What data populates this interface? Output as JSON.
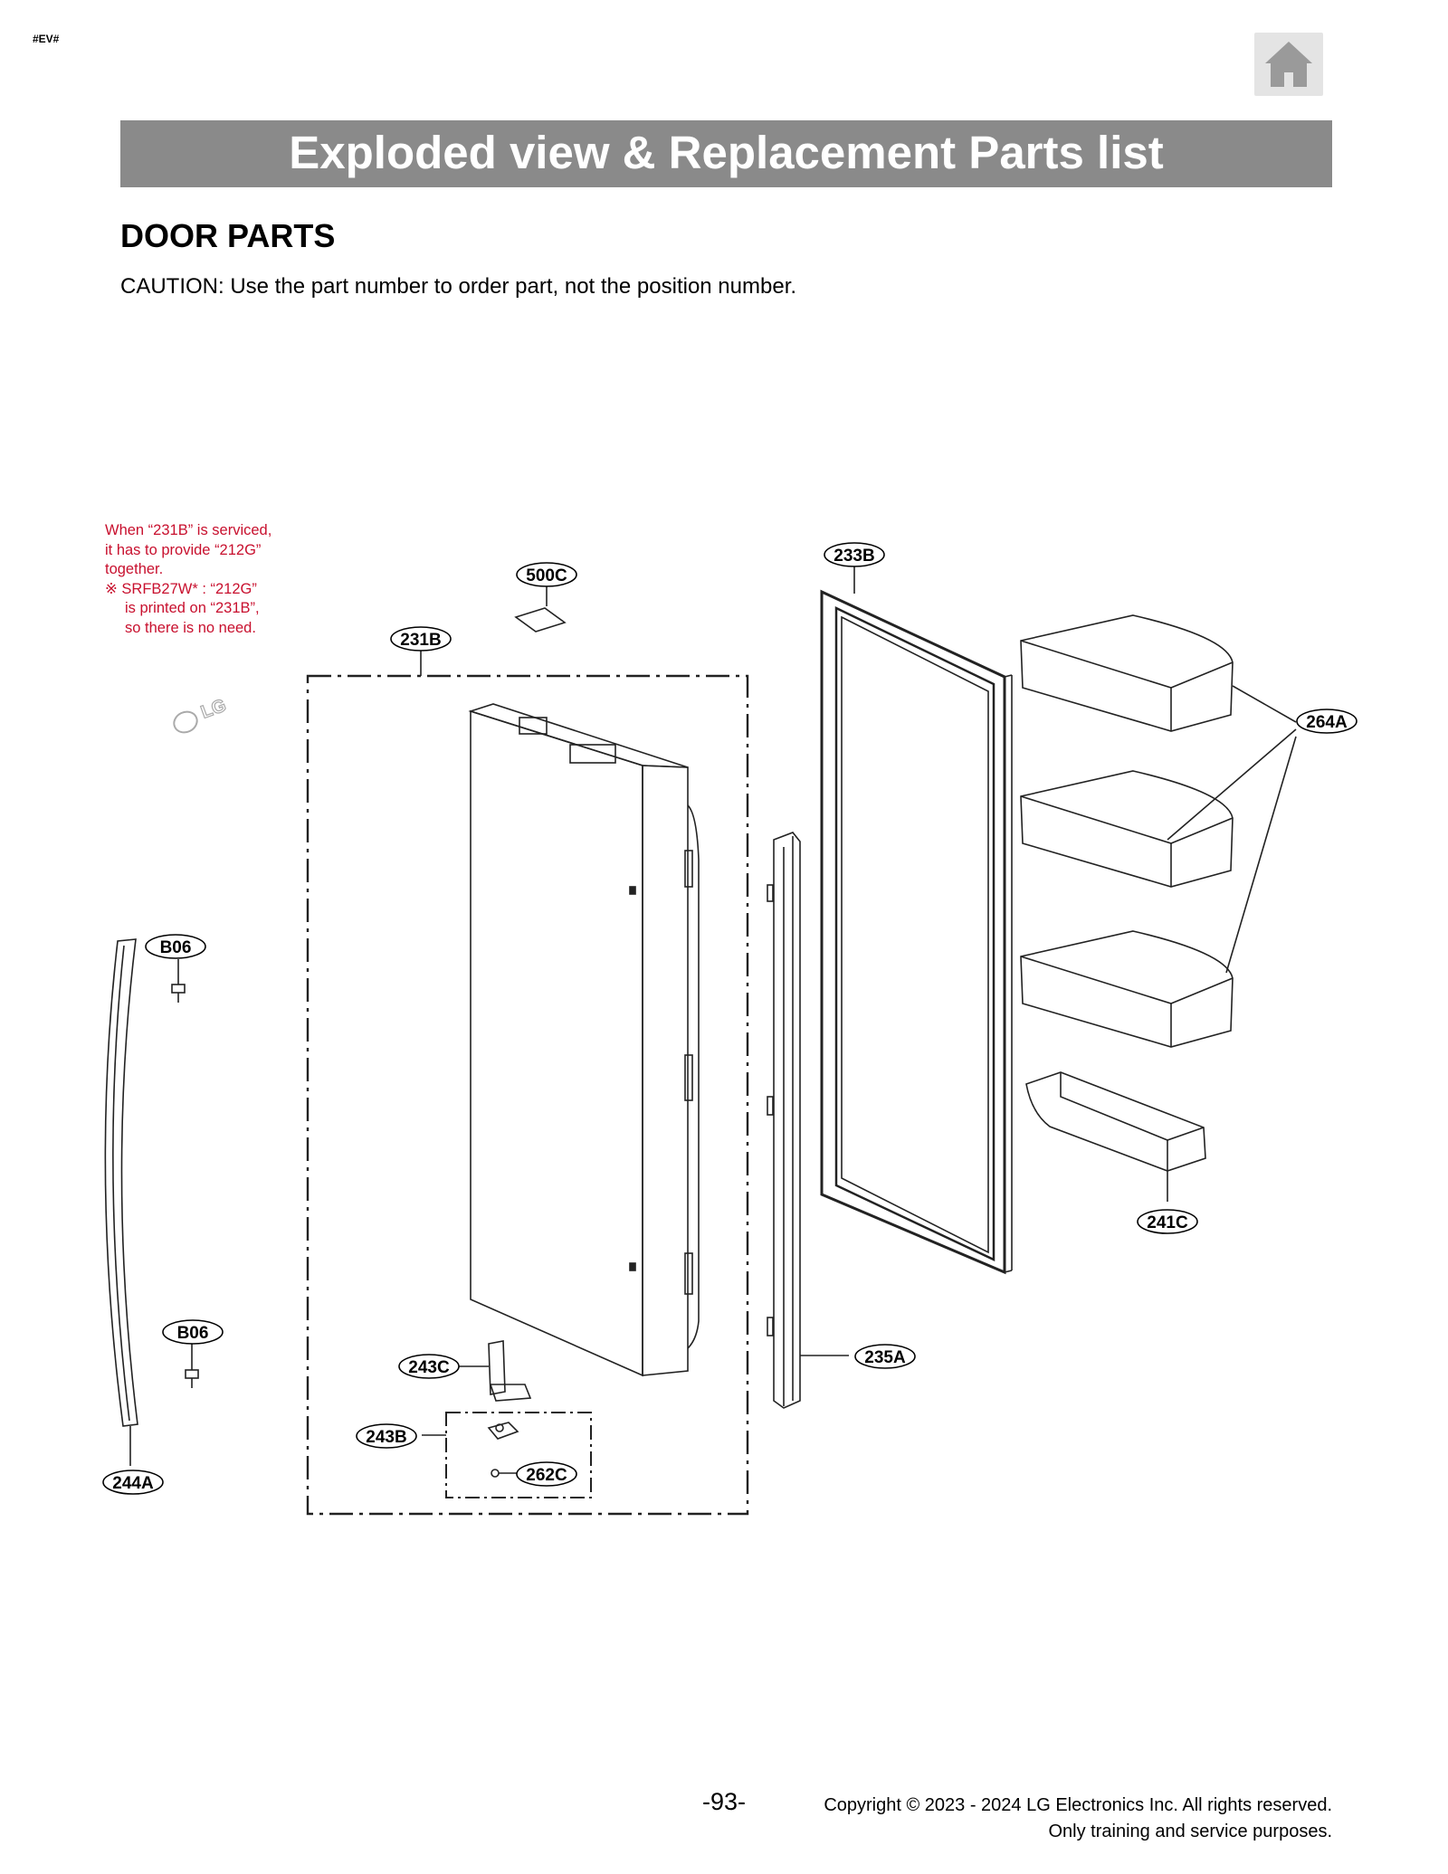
{
  "header": {
    "tag": "#EV#",
    "home_icon": "home-icon",
    "banner_title": "Exploded view & Replacement Parts list"
  },
  "section": {
    "title": "DOOR PARTS",
    "caution": "CAUTION: Use the part number to order part, not the position number."
  },
  "note": {
    "lines": [
      "When “231B” is serviced,",
      "it has to provide “212G”",
      "together.",
      "※ SRFB27W* : “212G”",
      "is printed on “231B”,",
      "so there is no need."
    ],
    "color": "#c8102e"
  },
  "diagram": {
    "logo_text": "LG",
    "callouts": {
      "c233B": "233B",
      "c500C": "500C",
      "c231B": "231B",
      "c264A": "264A",
      "cB06a": "B06",
      "cB06b": "B06",
      "c241C": "241C",
      "c235A": "235A",
      "c243C": "243C",
      "c243B": "243B",
      "c262C": "262C",
      "c244A": "244A"
    }
  },
  "footer": {
    "page_number": "-93-",
    "copyright": "Copyright © 2023 - 2024 LG Electronics Inc. All rights reserved.",
    "training": "Only training and service purposes."
  },
  "colors": {
    "banner": "#8a8a8a",
    "note": "#c8102e",
    "home_button": "#e4e4e4"
  }
}
